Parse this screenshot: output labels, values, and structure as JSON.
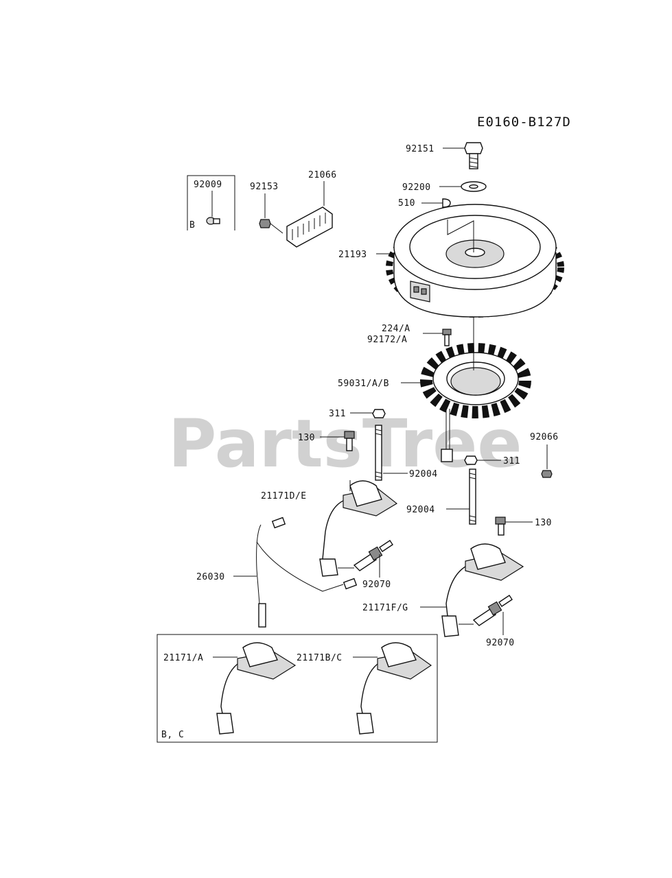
{
  "diagram": {
    "code": "E0160-B127D",
    "watermark": "PartsTree",
    "box_note_b": "B",
    "box_note_bc": "B, C"
  },
  "parts": {
    "p92151": "92151",
    "p92200": "92200",
    "p510": "510",
    "p21193": "21193",
    "p92009": "92009",
    "p92153": "92153",
    "p21066": "21066",
    "p224a": "224/A",
    "p92172a": "92172/A",
    "p59031": "59031/A/B",
    "p311a": "311",
    "p130a": "130",
    "p92004a": "92004",
    "p21171de": "21171D/E",
    "p311b": "311",
    "p92066": "92066",
    "p92004b": "92004",
    "p130b": "130",
    "p26030": "26030",
    "p92070a": "92070",
    "p21171fg": "21171F/G",
    "p92070b": "92070",
    "p21171a": "21171/A",
    "p21171bc": "21171B/C"
  }
}
